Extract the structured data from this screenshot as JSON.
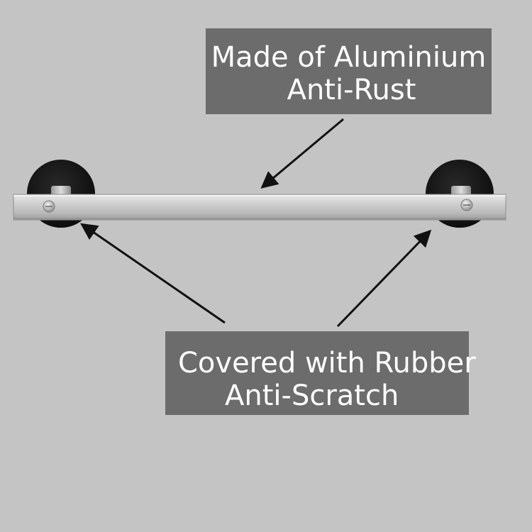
{
  "top_callout": {
    "line1": "Made of Aluminium",
    "line2": "Anti-Rust"
  },
  "bottom_callout": {
    "line1": "Covered with Rubber",
    "line2": "Anti-Scratch"
  },
  "colors": {
    "background": "#c4c4c4",
    "callout_box": "#6c6c6c",
    "callout_text": "#ffffff",
    "bar": "#c9c9c9",
    "rubber_disc": "#1a1a1a",
    "arrow": "#111111"
  }
}
